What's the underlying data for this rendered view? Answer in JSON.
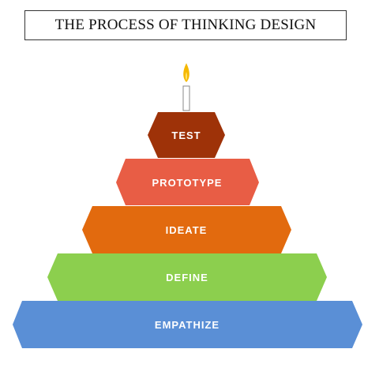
{
  "title": "THE PROCESS OF THINKING DESIGN",
  "tiers": [
    {
      "label": "TEST",
      "color": "#9E3208"
    },
    {
      "label": "PROTOTYPE",
      "color": "#E85D45"
    },
    {
      "label": "IDEATE",
      "color": "#E26A0E"
    },
    {
      "label": "DEFINE",
      "color": "#8CCF4E"
    },
    {
      "label": "EMPATHIZE",
      "color": "#5A8FD6"
    }
  ],
  "candle": {
    "flame_color": "#F5B800",
    "wax_color": "#ffffff",
    "outline_color": "#888888"
  }
}
